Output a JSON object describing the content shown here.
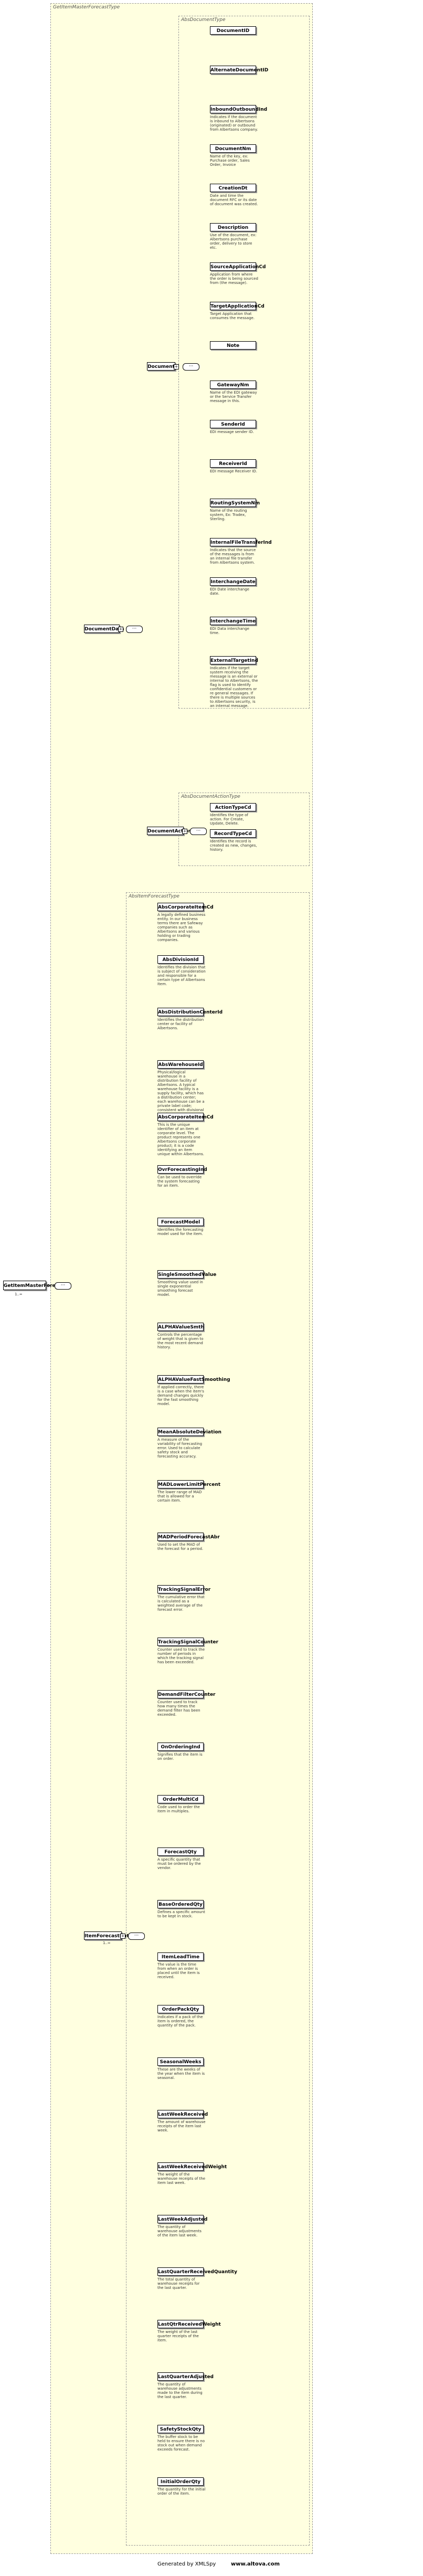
{
  "root": {
    "label": "GetItemMasterForecast",
    "cardinality": "1..∞"
  },
  "outer_type": "GetItemMasterForecastType",
  "document_data": {
    "label": "DocumentData",
    "type": "AbsDocumentType",
    "document": {
      "label": "Document"
    },
    "document_action": {
      "label": "DocumentAction"
    },
    "fields": [
      {
        "label": "DocumentID",
        "desc": ""
      },
      {
        "label": "AlternateDocumentID",
        "desc": ""
      },
      {
        "label": "InboundOutboundInd",
        "desc": "Indicates if the document is inbound to Albertsons (originated) or outbound from Albertsons company."
      },
      {
        "label": "DocumentNm",
        "desc": "Name of the key, ex: Purchase order, Sales Order, Invoice"
      },
      {
        "label": "CreationDt",
        "desc": "Date and time the document RFC or its date of document was created."
      },
      {
        "label": "Description",
        "desc": "Use of the document, ex: Albertsons purchase order, delivery to store etc."
      },
      {
        "label": "SourceApplicationCd",
        "desc": "Application from where the order is being sourced from (the message)."
      },
      {
        "label": "TargetApplicationCd",
        "desc": "Target Application that consumes the message."
      },
      {
        "label": "Note",
        "desc": ""
      },
      {
        "label": "GatewayNm",
        "desc": "Name of the EDI gateway or the Service Transfer message in this."
      },
      {
        "label": "SenderId",
        "desc": "EDI message sender ID."
      },
      {
        "label": "ReceiverId",
        "desc": "EDI message Receiver ID."
      },
      {
        "label": "RoutingSystemNm",
        "desc": "Name of the routing system, Ex: Tradex, Sterling."
      },
      {
        "label": "InternalFileTransferInd",
        "desc": "Indicates that the source of the messages is from an internal file transfer from Albertsons system."
      },
      {
        "label": "InterchangeDate",
        "desc": "EDI Date interchange date."
      },
      {
        "label": "InterchangeTime",
        "desc": "EDI Data interchange time."
      },
      {
        "label": "ExternalTargetInd",
        "desc": "Indicates if the target system receiving the message is an external or internal to Albertsons, the flag is used to identify confidential customers or re general messages. If there is multiple sources to Albertsons security, is an internal message."
      }
    ],
    "action_type": "AbsDocumentActionType",
    "action_fields": [
      {
        "label": "ActionTypeCd",
        "desc": "Identifies the type of action. For Create, Update, Delete."
      },
      {
        "label": "RecordTypeCd",
        "desc": "Identifies the record is created as new, changes, history."
      }
    ]
  },
  "item_forecast": {
    "label": "ItemForecastData",
    "cardinality": "1..∞",
    "type": "AbsItemForecastType",
    "fields": [
      {
        "label": "AbsCorporateItemCd",
        "desc": "A legally defined business entity. In our business terms there are Safeway companies such as Albertsons and various holding or trading companies."
      },
      {
        "label": "AbsDivisionId",
        "desc": "Identifies the division that is subject of consideration and responsible for a certain type of Albertsons Item."
      },
      {
        "label": "AbsDistributionCenterId",
        "desc": "Identifies the distribution center or facility of Albertsons."
      },
      {
        "label": "AbsWarehouseId",
        "desc": "Physical/logical warehouse in a distribution facility of Albertsons. A typical warehouse facility is a supply facility, which has a distribution center; each warehouse can be a private label code; consistent with divisional warehouse."
      },
      {
        "label": "AbsCorporateItemCd",
        "desc": "This is the unique identifier of an item at corporate level. The product represents one Albertsons corporate product; it is a code identifying an item unique within Albertsons."
      },
      {
        "label": "OvrForecastingInd",
        "desc": "Can be used to override the system forecasting for an item."
      },
      {
        "label": "ForecastModel",
        "desc": "Identifies the forecasting model used for the item."
      },
      {
        "label": "SingleSmoothedValue",
        "desc": "Smoothing value used in single exponential smoothing forecast model."
      },
      {
        "label": "ALPHAValueSmth",
        "desc": "Controls the percentage of weight that is given to the most recent demand history."
      },
      {
        "label": "ALPHAValueFastSmoothing",
        "desc": "If applied correctly, there is a case when the item's demand changes quickly for the fast smoothing model."
      },
      {
        "label": "MeanAbsoluteDeviation",
        "desc": "A measure of the variability of forecasting error. Used to calculate safety stock and forecasting accuracy."
      },
      {
        "label": "MADLowerLimitPercent",
        "desc": "The lower range of MAD that is allowed for a certain item."
      },
      {
        "label": "MADPeriodForecastAbr",
        "desc": "Used to set the MAD of the forecast for a period."
      },
      {
        "label": "TrackingSignalError",
        "desc": "The cumulative error that is calculated as a weighted average of the forecast error."
      },
      {
        "label": "TrackingSignalCounter",
        "desc": "Counter used to track the number of periods in which the tracking signal has been exceeded."
      },
      {
        "label": "DemandFilterCounter",
        "desc": "Counter used to track how many times the demand filter has been exceeded."
      },
      {
        "label": "OnOrderingInd",
        "desc": "Signifies that the item is on order."
      },
      {
        "label": "OrderMultiCd",
        "desc": "Code used to order the item in multiples."
      },
      {
        "label": "ForecastQty",
        "desc": "A specific quantity that must be ordered by the vendor."
      },
      {
        "label": "BaseOrderedQty",
        "desc": "Defines a specific amount to be kept in stock."
      },
      {
        "label": "ItemLeadTime",
        "desc": "The value is the time from when an order is placed until the item is received."
      },
      {
        "label": "OrderPackQty",
        "desc": "Indicates if a pack of the item is ordered, the quantity of the pack."
      },
      {
        "label": "SeasonalWeeks",
        "desc": "These are the weeks of the year when the item is seasonal."
      },
      {
        "label": "LastWeekReceived",
        "desc": "The amount of warehouse receipts of the item last week."
      },
      {
        "label": "LastWeekReceivedWeight",
        "desc": "The weight of the warehouse receipts of the item last week."
      },
      {
        "label": "LastWeekAdjusted",
        "desc": "The quantity of warehouse adjustments of the item last week."
      },
      {
        "label": "LastQuarterReceivedQuantity",
        "desc": "The total quantity of warehouse receipts for the last quarter."
      },
      {
        "label": "LastQtrReceivedWeight",
        "desc": "The weight of the last quarter receipts of the item."
      },
      {
        "label": "LastQuarterAdjusted",
        "desc": "The quantity of warehouse adjustments made to the item during the last quarter."
      },
      {
        "label": "SafetyStockQty",
        "desc": "The buffer stock to be held to ensure there is no stock out when demand exceeds forecast."
      },
      {
        "label": "InitialOrderQty",
        "desc": "The quantity for the initial order of the item."
      }
    ]
  },
  "footer": {
    "left": "Generated by XMLSpy",
    "right": "www.altova.com"
  }
}
